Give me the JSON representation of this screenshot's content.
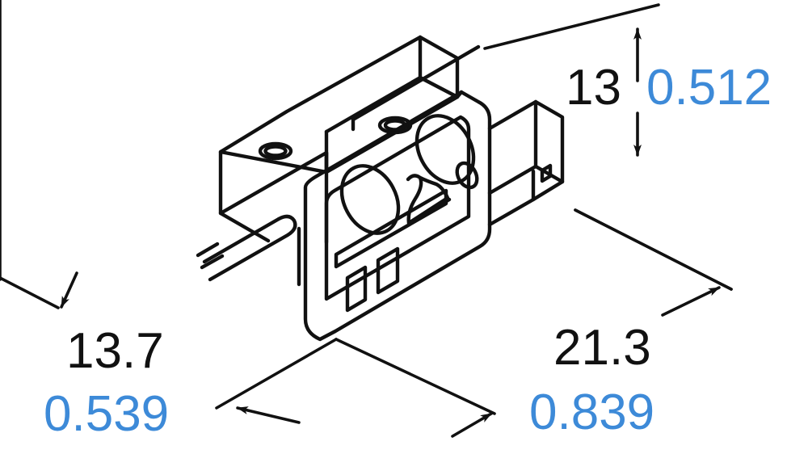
{
  "drawing": {
    "title": "Sensor dimensional drawing",
    "subject": "photoelectric-sensor-isometric-view",
    "units_primary": "mm",
    "units_secondary": "inch",
    "background_color": "#ffffff",
    "line_color": "#111111",
    "mm_text_color": "#111111",
    "inch_text_color": "#3d8ad8"
  },
  "dimensions": {
    "height": {
      "name": "height-dimension",
      "mm": "13",
      "inch": "0.512",
      "orientation": "vertical",
      "position": "top-right"
    },
    "depth": {
      "name": "depth-dimension",
      "mm": "13.7",
      "inch": "0.539",
      "orientation": "diagonal",
      "position": "bottom-left"
    },
    "width": {
      "name": "width-dimension",
      "mm": "21.3",
      "inch": "0.839",
      "orientation": "diagonal",
      "position": "bottom-right"
    }
  },
  "features": {
    "mounting_hole_left": "mounting-hole",
    "mounting_hole_top": "mounting-hole",
    "lens_aperture_front": "lens-aperture",
    "lens_aperture_rear": "lens-aperture",
    "indicator_small": "indicator-led",
    "button_slot_left": "button-slot",
    "button_slot_right": "button-slot",
    "cable": "sensor-cable",
    "side_window": "side-window"
  }
}
